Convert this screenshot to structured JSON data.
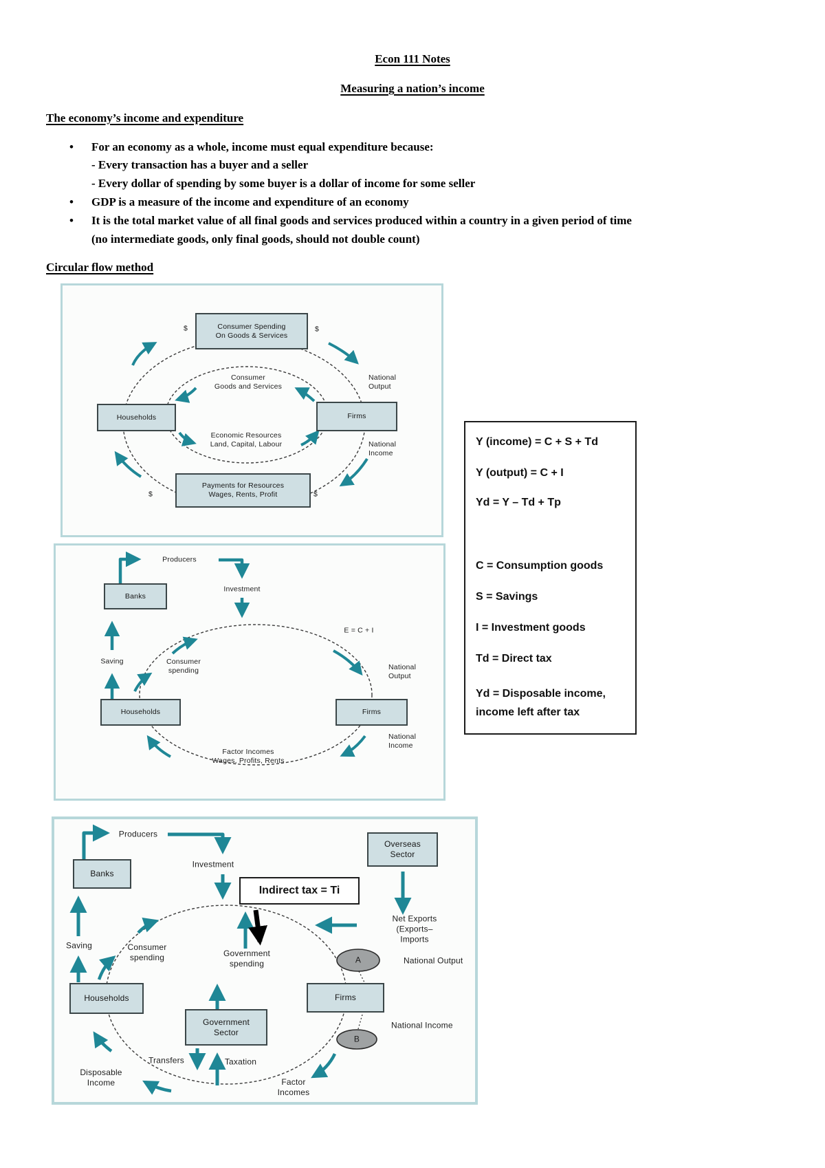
{
  "colors": {
    "arrow_teal": "#1f8796",
    "node_fill": "#cfdfe3",
    "node_border": "#3b4648",
    "panel_border": "#b7d7da",
    "ellipse_gray": "#9fa2a3",
    "black_arrow": "#000000"
  },
  "doc": {
    "title": "Econ 111 Notes",
    "subtitle": "Measuring a nation’s income",
    "section1": "The economy’s income and expenditure",
    "bullet_char": "•",
    "b1": "For an economy as a whole, income must equal expenditure because:",
    "b1s1": "- Every transaction has a buyer and a seller",
    "b1s2": "- Every dollar of spending by some buyer is a dollar of income for some seller",
    "b2": "GDP is a measure of the income and expenditure of an economy",
    "b3": "It is the total market value of all final goods and services produced within a country in a given period of time",
    "b3cont": "(no intermediate goods, only final goods, should not double count)",
    "section2": "Circular flow method"
  },
  "fx": {
    "f1": "Y (income) = C + S + Td",
    "f2": "Y (output) = C + I",
    "f3": "Yd = Y – Td + Tp",
    "d1": "C = Consumption goods",
    "d2": "S =  Savings",
    "d3": "I = Investment goods",
    "d4": "Td = Direct tax",
    "d5": "Yd = Disposable income,\nincome left after tax"
  },
  "d1": {
    "box_top": "Consumer Spending\nOn Goods & Services",
    "dollar": "$",
    "inner_top": "Consumer\nGoods and Services",
    "households": "Households",
    "firms": "Firms",
    "inner_bottom": "Economic Resources\nLand, Capital, Labour",
    "nat_out": "National\nOutput",
    "nat_inc": "National\nIncome",
    "box_bottom": "Payments for Resources\nWages, Rents, Profit"
  },
  "d2": {
    "producers": "Producers",
    "banks": "Banks",
    "investment": "Investment",
    "eq": "E = C + I",
    "saving": "Saving",
    "consumer": "Consumer\nspending",
    "nat_out": "National\nOutput",
    "households": "Households",
    "firms": "Firms",
    "nat_inc": "National\nIncome",
    "factor": "Factor Incomes\nWages, Profits, Rents"
  },
  "d3": {
    "producers": "Producers",
    "banks": "Banks",
    "investment": "Investment",
    "indirect": "Indirect tax = Ti",
    "overseas": "Overseas\nSector",
    "net_exports": "Net Exports (Exports–\nImports",
    "saving": "Saving",
    "consumer": "Consumer\nspending",
    "govt_spending": "Government\nspending",
    "a": "A",
    "b": "B",
    "nat_out": "National Output",
    "households": "Households",
    "govt_sector": "Government\nSector",
    "firms": "Firms",
    "nat_inc": "National Income",
    "transfers": "Transfers",
    "taxation": "Taxation",
    "disposable": "Disposable\nIncome",
    "factor": "Factor\nIncomes"
  }
}
